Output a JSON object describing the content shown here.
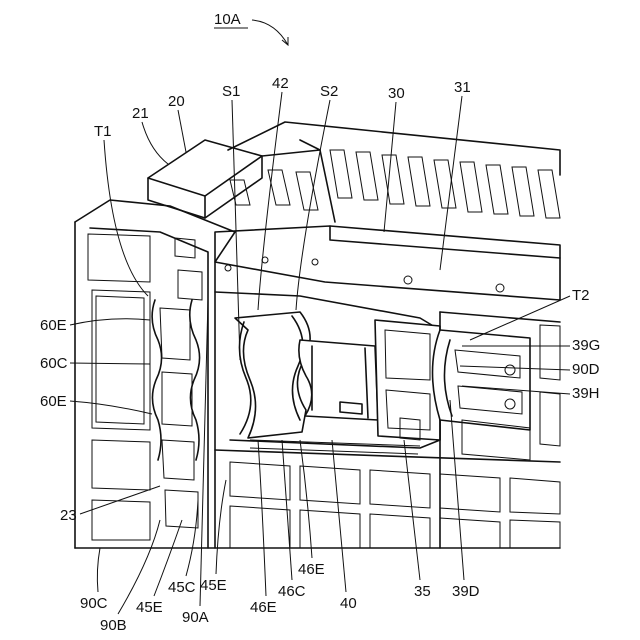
{
  "figure": {
    "title": "10A",
    "labels": {
      "l20": "20",
      "l21": "21",
      "lT1": "T1",
      "lS1": "S1",
      "l42": "42",
      "lS2": "S2",
      "l30": "30",
      "l31": "31",
      "lT2": "T2",
      "l60E_a": "60E",
      "l60C": "60C",
      "l60E_b": "60E",
      "l39G": "39G",
      "l90D": "90D",
      "l39H": "39H",
      "l23": "23",
      "l90C": "90C",
      "l90B": "90B",
      "l45E_a": "45E",
      "l45C": "45C",
      "l45E_b": "45E",
      "l90A": "90A",
      "l46E_a": "46E",
      "l46C": "46C",
      "l46E_b": "46E",
      "l40": "40",
      "l35": "35",
      "l39D": "39D"
    }
  }
}
